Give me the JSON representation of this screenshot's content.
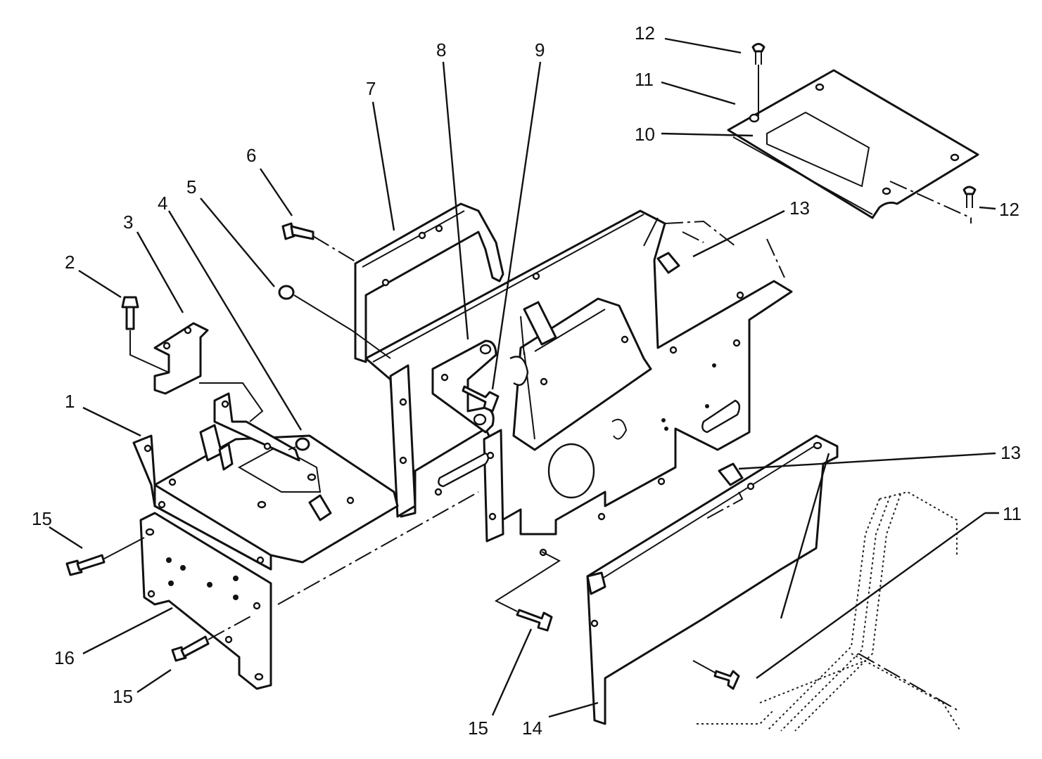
{
  "callouts": [
    {
      "id": "c1",
      "text": "1"
    },
    {
      "id": "c2",
      "text": "2"
    },
    {
      "id": "c3",
      "text": "3"
    },
    {
      "id": "c4",
      "text": "4"
    },
    {
      "id": "c5",
      "text": "5"
    },
    {
      "id": "c6",
      "text": "6"
    },
    {
      "id": "c7",
      "text": "7"
    },
    {
      "id": "c8",
      "text": "8"
    },
    {
      "id": "c9",
      "text": "9"
    },
    {
      "id": "c10",
      "text": "10"
    },
    {
      "id": "c11a",
      "text": "11"
    },
    {
      "id": "c11b",
      "text": "11"
    },
    {
      "id": "c12a",
      "text": "12"
    },
    {
      "id": "c12b",
      "text": "12"
    },
    {
      "id": "c13a",
      "text": "13"
    },
    {
      "id": "c13b",
      "text": "13"
    },
    {
      "id": "c14",
      "text": "14"
    },
    {
      "id": "c15a",
      "text": "15"
    },
    {
      "id": "c15b",
      "text": "15"
    },
    {
      "id": "c15c",
      "text": "15"
    },
    {
      "id": "c16",
      "text": "16"
    }
  ]
}
